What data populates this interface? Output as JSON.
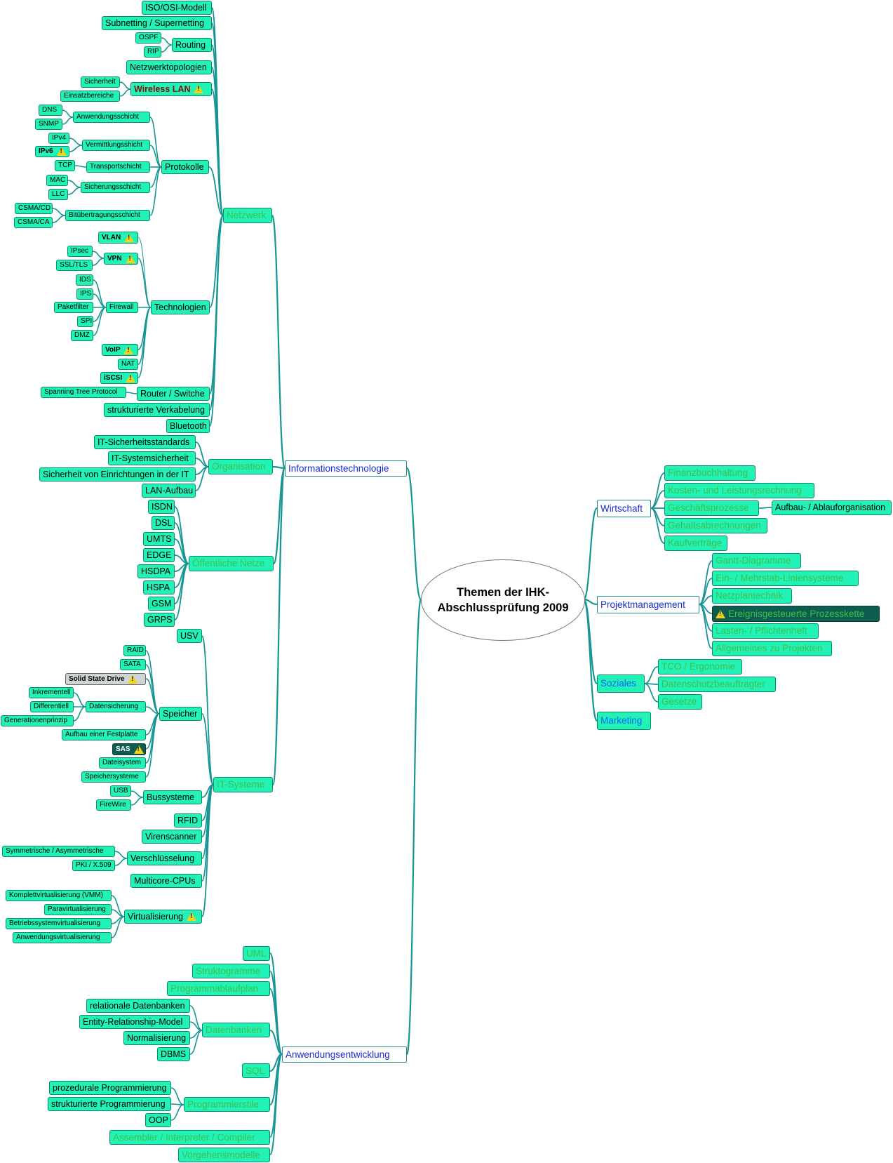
{
  "root": {
    "title": "Themen der IHK-Abschlussprüfung 2009"
  },
  "colors": {
    "node_fill": "#22f2b6",
    "node_border": "#0c8a6a",
    "connector": "#169594",
    "branch_text": "#1a2bd0",
    "faded_text": "#3fc04a",
    "highlight_fill": "#0f5c50",
    "warning": "#f3d318"
  },
  "icons": {
    "warning": "warning-icon"
  },
  "nodes": {
    "n1": "ISO/OSI-Modell",
    "n2": "Subnetting / Supernetting",
    "n3": "OSPF",
    "n4": "RIP",
    "n5": "Routing",
    "n6": "Netzwerktopologien",
    "n7": "Sicherheit",
    "n8": "Einsatzbereiche",
    "n9": "Wireless LAN",
    "n10": "DNS",
    "n11": "SNMP",
    "n12": "Anwendungsschicht",
    "n13": "IPv4",
    "n14": "IPv6",
    "n15": "Vermittlungsshicht",
    "n16": "TCP",
    "n17": "Transportschicht",
    "n18": "Protokolle",
    "n19": "MAC",
    "n20": "LLC",
    "n21": "Sicherungsschicht",
    "n22": "CSMA/CD",
    "n23": "CSMA/CA",
    "n24": "Bitübertragungsschicht",
    "n25": "Netzwerk",
    "n26": "VLAN",
    "n27": "IPsec",
    "n28": "SSL/TLS",
    "n29": "VPN",
    "n30": "IDS",
    "n31": "IPS",
    "n32": "Paketfilter",
    "n33": "SPI",
    "n34": "DMZ",
    "n35": "Firewall",
    "n36": "Technologien",
    "n37": "VoIP",
    "n38": "NAT",
    "n39": "iSCSI",
    "n40": "Spanning Tree Protocol",
    "n41": "Router / Switche",
    "n42": "strukturierte Verkabelung",
    "n43": "Bluetooth",
    "n44": "IT-Sicherheitsstandards",
    "n45": "IT-Systemsicherheit",
    "n46": "Organisation",
    "n47": "Informationstechnologie",
    "n48": "Sicherheit von Einrichtungen in der IT",
    "n49": "LAN-Aufbau",
    "n50": "ISDN",
    "n51": "DSL",
    "n52": "UMTS",
    "n53": "EDGE",
    "n54": "Öffentliche Netze",
    "n55": "HSDPA",
    "n56": "HSPA",
    "n57": "GSM",
    "n58": "GRPS",
    "n59": "USV",
    "n60": "RAID",
    "n61": "SATA",
    "n62": "Solid State Drive",
    "n63": "Inkrementell",
    "n64": "Differentiell",
    "n65": "Datensicherung",
    "n66": "Speicher",
    "n67": "Generationenprinzip",
    "n68": "Aufbau einer Festplatte",
    "n69": "SAS",
    "n70": "Dateisystem",
    "n71": "Speichersysteme",
    "n72": "IT-Systeme",
    "n73": "USB",
    "n74": "Bussysteme",
    "n75": "FireWire",
    "n76": "RFID",
    "n77": "Virenscanner",
    "n78": "Symmetrische / Asymmetrische",
    "n79": "Verschlüsselung",
    "n80": "PKI / X.509",
    "n81": "Multicore-CPUs",
    "n82": "Komplettvirtualisierung (VMM)",
    "n83": "Paravirtualisierung",
    "n84": "Virtualisierung",
    "n85": "Betriebssystemvirtualisierung",
    "n86": "Anwendungsvirtualisierung",
    "n87": "UML",
    "n88": "Struktogramme",
    "n89": "Programmablaufplan",
    "n90": "relationale Datenbanken",
    "n91": "Entity-Relationship-Model",
    "n92": "Datenbanken",
    "n93": "Normalisierung",
    "n94": "DBMS",
    "n95": "Anwendungsentwicklung",
    "n96": "SQL",
    "n97": "prozedurale Programmierung",
    "n98": "Programmierstile",
    "n99": "strukturierte Programmierung",
    "n100": "OOP",
    "n101": "Assembler / Interpreter / Compiler",
    "n102": "Vorgehensmodelle",
    "n103": "Finanzbuchhaltung",
    "n104": "Kosten- und Leistungsrechnung",
    "n105": "Wirtschaft",
    "n106": "Geschäftsprozesse",
    "n107": "Aufbau- / Ablauforganisation",
    "n108": "Gehaltsabrechnungen",
    "n109": "Kaufverträge",
    "n110": "Gantt-Diagramme",
    "n111": "Ein- / Mehrstab-Liniensysteme",
    "n112": "Netzplantechnik",
    "n113": "Projektmanagement",
    "n114": "Ereignisgesteuerte Prozesskette",
    "n115": "Lasten- / Pflichtenheft",
    "n116": "Allgemeines zu Projekten",
    "n117": "TCO / Ergonomie",
    "n118": "Soziales",
    "n119": "Datenschutzbeauftragter",
    "n120": "Gesetze",
    "n121": "Marketing"
  }
}
